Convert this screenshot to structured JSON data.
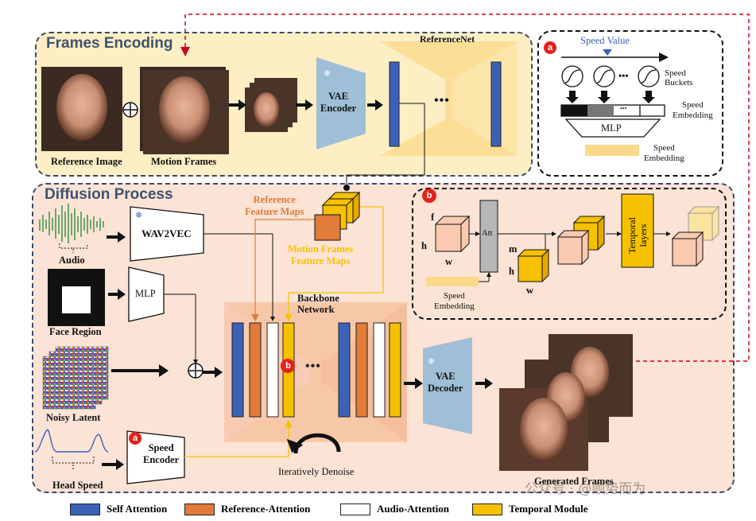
{
  "colors": {
    "self_attention": "#3a63b8",
    "reference_attention": "#e07b39",
    "audio_attention": "#ffffff",
    "temporal_module": "#f6c100",
    "frames_bg": "#fdeec4",
    "diffusion_bg": "#fbe3d6",
    "vae": "#9fbfd6"
  },
  "frames_encoding": {
    "title": "Frames Encoding",
    "reference_image": "Reference Image",
    "motion_frames": "Motion Frames",
    "vae_encoder": "VAE\nEncoder",
    "referencenet": "ReferenceNet",
    "dots": "•••",
    "plus": "⊕"
  },
  "speed_panel": {
    "marker": "a",
    "speed_value": "Speed Value",
    "speed_buckets": "Speed\nBuckets",
    "speed_embedding_1": "Speed\nEmbedding",
    "mlp": "MLP",
    "speed_embedding_2": "Speed\nEmbedding",
    "bucket_dots": "•••",
    "embed_dots": "•••"
  },
  "diffusion": {
    "title": "Diffusion Process",
    "audio": "Audio",
    "wav2vec": "WAV2VEC",
    "face_region": "Face Region",
    "mlp": "MLP",
    "noisy_latent": "Noisy Latent",
    "head_speed": "Head Speed",
    "speed_encoder_marker": "a",
    "speed_encoder": "Speed\nEncoder",
    "reference_feature_maps": "Reference\nFeature Maps",
    "motion_frames_feature_maps": "Motion Frames\nFeature Maps",
    "backbone_network": "Backbone\nNetwork",
    "backbone_marker": "b",
    "dots": "•••",
    "iteratively_denoise": "Iteratively Denoise",
    "vae_decoder": "VAE\nDecoder",
    "generated_frames": "Generated Frames",
    "plus": "⊕"
  },
  "temporal_panel": {
    "marker": "b",
    "f": "f",
    "h": "h",
    "w": "w",
    "m": "m",
    "h2": "h",
    "w2": "w",
    "att": "Att",
    "speed_embedding": "Speed\nEmbedding",
    "temporal_layers": "Temporal\nlayers"
  },
  "legend": [
    {
      "label": "Self Attention",
      "color": "#3a63b8"
    },
    {
      "label": "Reference-Attention",
      "color": "#e07b39"
    },
    {
      "label": "Audio-Attention",
      "color": "#ffffff"
    },
    {
      "label": "Temporal Module",
      "color": "#f6c100"
    }
  ],
  "watermark": "公众号 · @顺势而为"
}
